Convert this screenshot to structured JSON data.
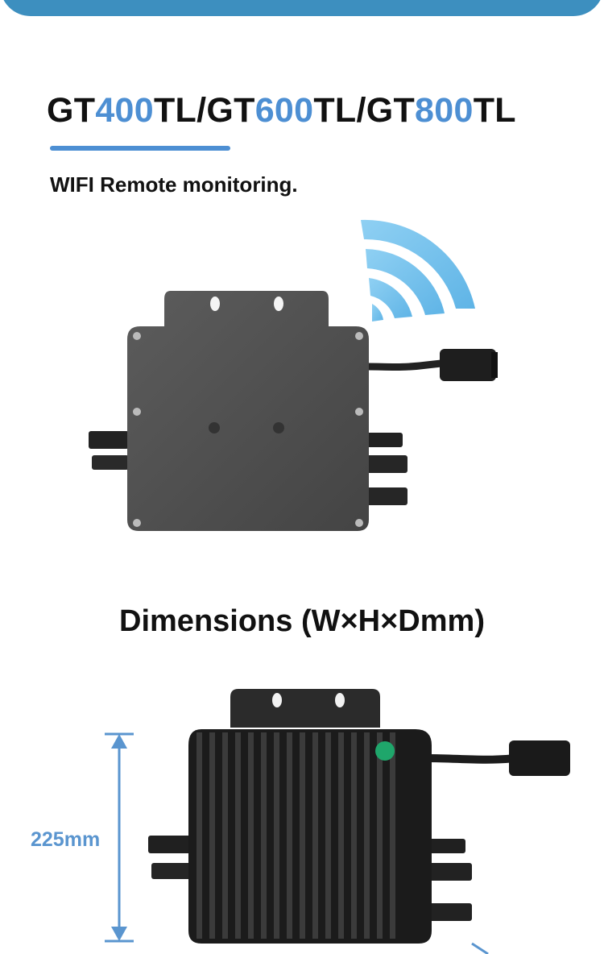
{
  "banner": {
    "color": "#3d8fbf"
  },
  "title": {
    "parts": [
      {
        "text": "GT",
        "accent": false
      },
      {
        "text": "400",
        "accent": true
      },
      {
        "text": "TL/GT",
        "accent": false
      },
      {
        "text": "600",
        "accent": true
      },
      {
        "text": "TL/GT",
        "accent": false
      },
      {
        "text": "800",
        "accent": true
      },
      {
        "text": "TL",
        "accent": false
      }
    ],
    "accent_color": "#4d8fd3"
  },
  "subtitle": "WIFI Remote monitoring.",
  "product_image": {
    "icon": "wifi-icon"
  },
  "dimensions": {
    "heading": "Dimensions (W×H×Dmm)",
    "height_label": "225mm",
    "height_value": 225,
    "unit": "mm"
  }
}
